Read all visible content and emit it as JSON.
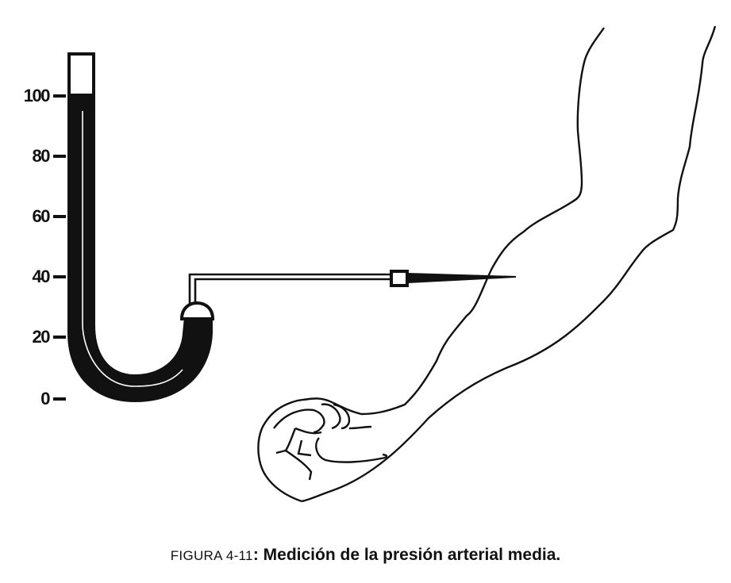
{
  "figure": {
    "caption_number": "FIGURA 4-11",
    "caption_separator": ":",
    "caption_title": " Medición de la presión arterial media.",
    "colors": {
      "ink": "#111111",
      "background": "#ffffff"
    }
  },
  "manometer": {
    "type": "U-tube mercury manometer",
    "scale_labels": [
      "100",
      "80",
      "60",
      "40",
      "20",
      "0"
    ],
    "scale_unit_implied": "mmHg",
    "column_level": "100"
  },
  "elements": {
    "cannula": "catheter connected to manometer, inserted into arm artery",
    "stopcock": "square valve on tubing",
    "arm": "outline of forearm with clenched fist"
  }
}
